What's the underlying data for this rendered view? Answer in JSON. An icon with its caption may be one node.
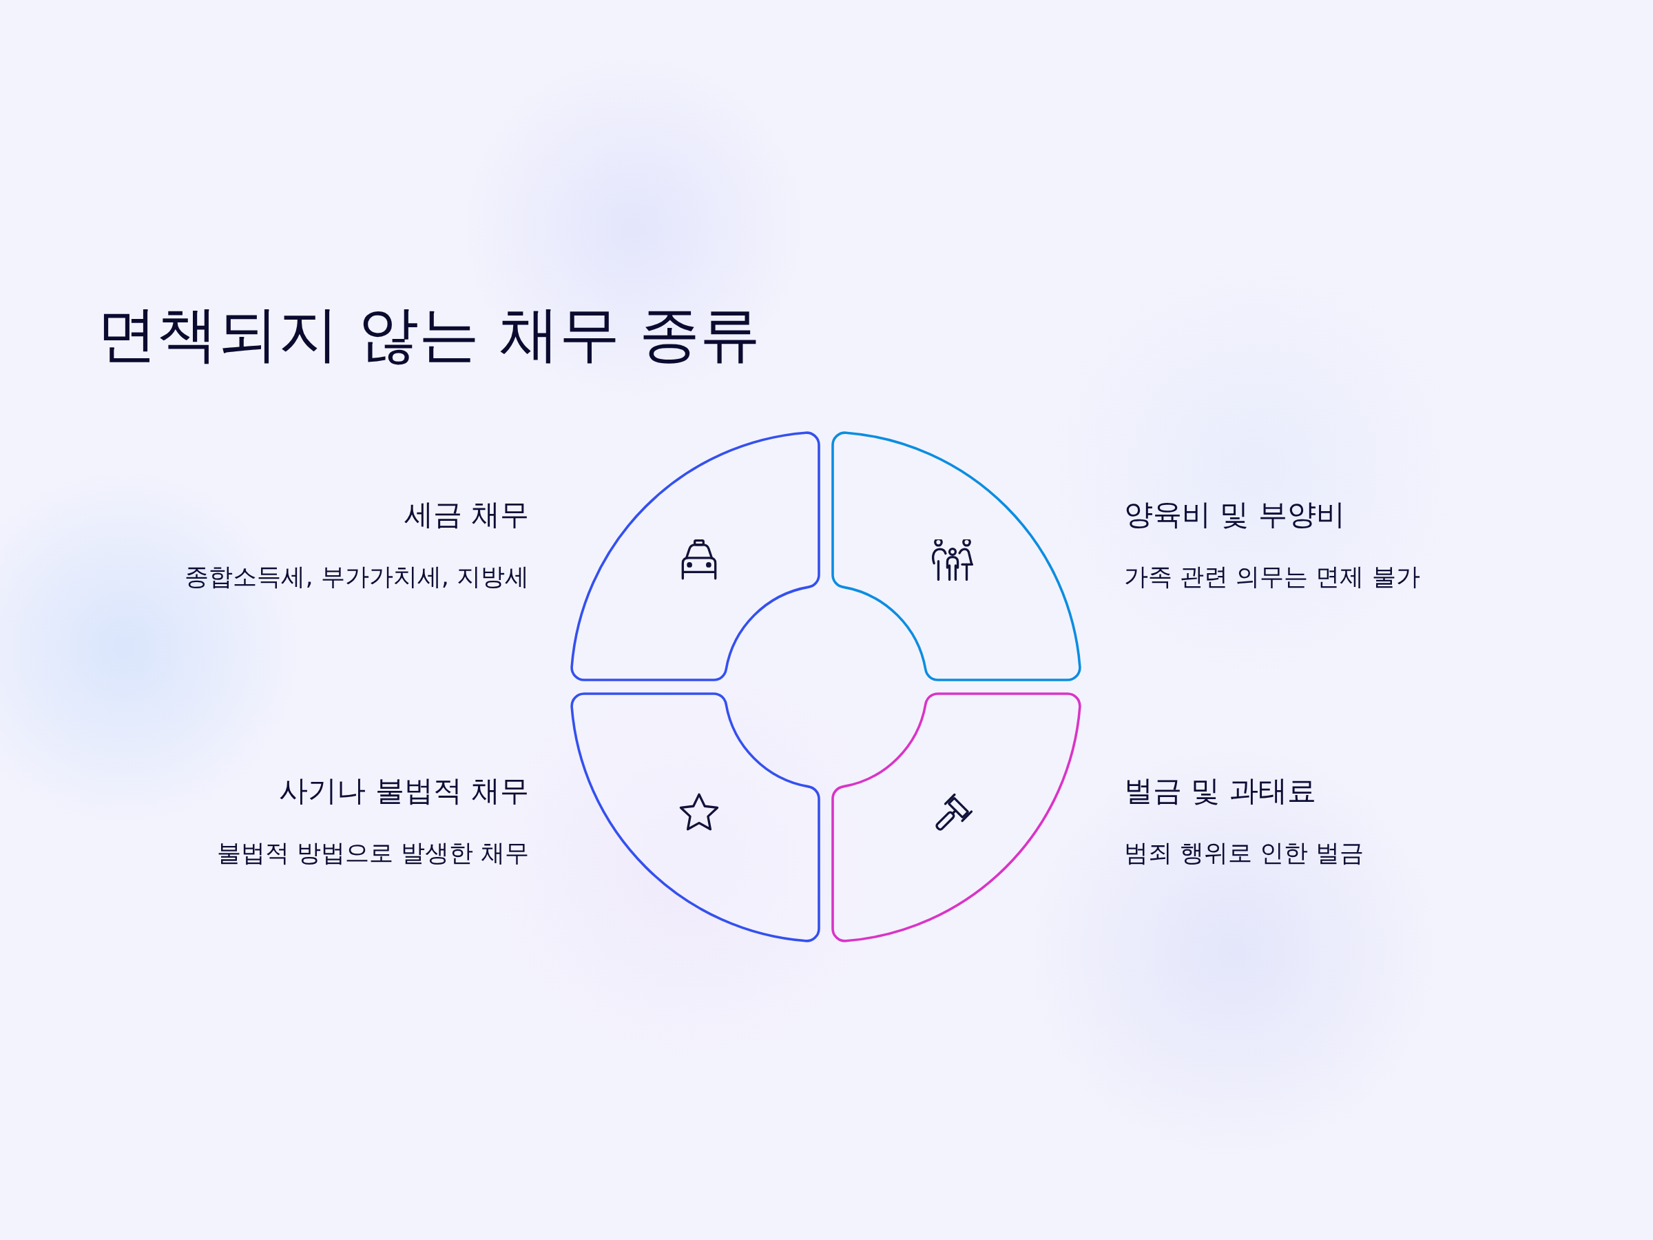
{
  "diagram": {
    "title": "면책되지 않는 채무 종류",
    "nodes": [
      {
        "text": [
          "세금 채무",
          "종합소득세, 부가가치세, 지방세"
        ]
      },
      {
        "text": [
          "양육비 및 부양비",
          "가족 관련 의무는 면제 불가"
        ]
      },
      {
        "text": [
          "사기나 불법적 채무",
          "불법적 방법으로 발생한 채무"
        ]
      },
      {
        "text": [
          "벌금 및 과태료",
          "범죄 행위로 인한 벌금"
        ]
      }
    ]
  }
}
